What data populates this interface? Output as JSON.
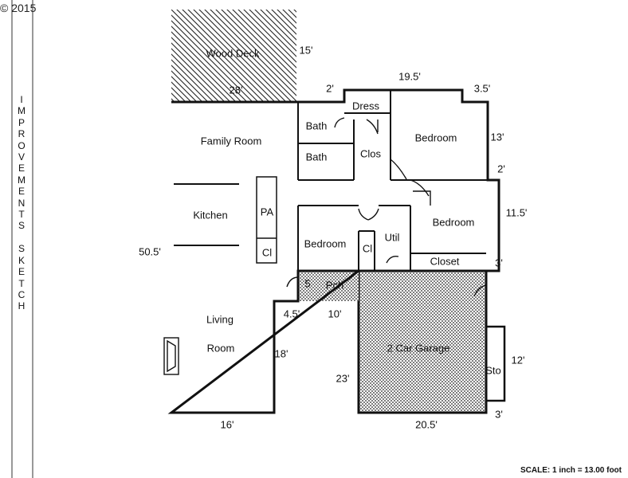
{
  "copyright": "© 2015",
  "side_title": "IMPROVEMENTS SKETCH",
  "scale": "SCALE: 1 inch = 13.00 foot",
  "rooms": {
    "wood_deck": "Wood Deck",
    "family_room": "Family Room",
    "kitchen": "Kitchen",
    "living": "Living",
    "room": "Room",
    "bath_1": "Bath",
    "bath_2": "Bath",
    "dress": "Dress",
    "clos": "Clos",
    "bedroom_1": "Bedroom",
    "bedroom_2": "Bedroom",
    "bedroom_3": "Bedroom",
    "pa": "PA",
    "cl_1": "Cl",
    "cl_2": "Cl",
    "util": "Util",
    "closet": "Closet",
    "porch": "Pch",
    "garage": "2 Car Garage",
    "storage": "Sto"
  },
  "dimensions": {
    "deck_width": "28'",
    "deck_depth": "15'",
    "top_2": "2'",
    "top_19_5": "19.5'",
    "top_3_5": "3.5'",
    "right_13": "13'",
    "right_2": "2'",
    "right_11_5": "11.5'",
    "right_3": "3'",
    "left_50_5": "50.5'",
    "porch_5": "5",
    "porch_4_5": "4.5'",
    "porch_10": "10'",
    "living_18": "18'",
    "garage_23": "23'",
    "storage_12": "12'",
    "bottom_3": "3'",
    "bottom_16": "16'",
    "bottom_20_5": "20.5'"
  }
}
